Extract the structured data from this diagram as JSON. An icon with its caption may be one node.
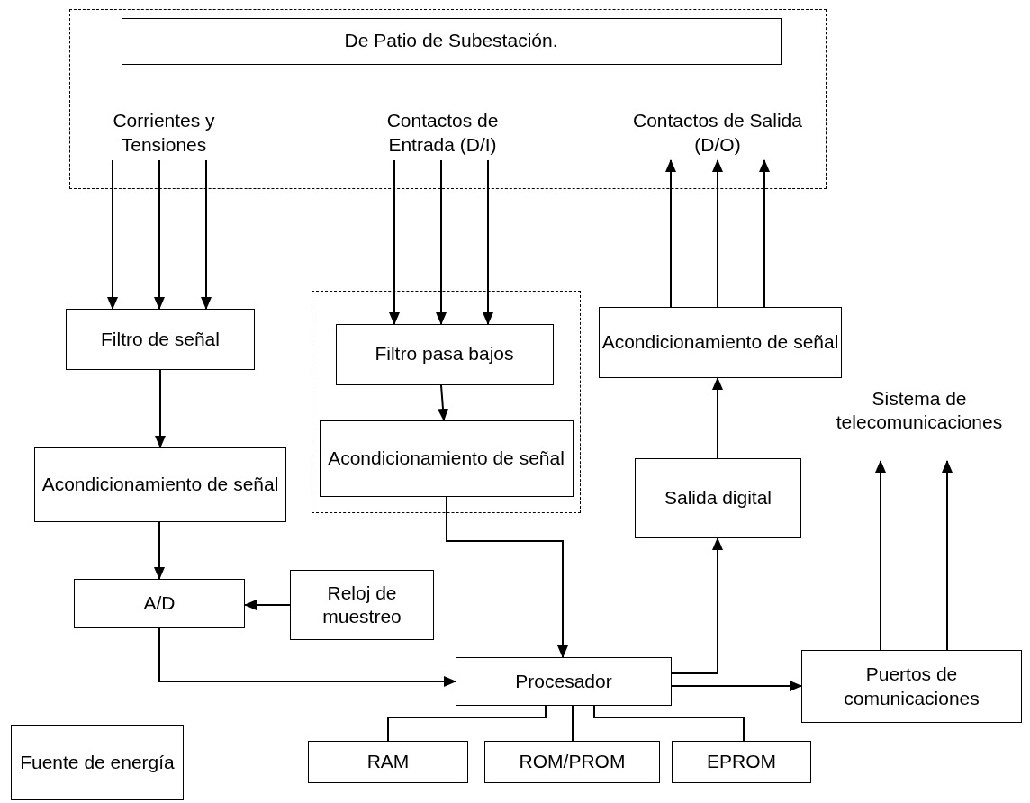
{
  "diagram": {
    "nodes": [
      {
        "text": [],
        "shape": "box"
      },
      {
        "text": [
          "De Patio de Subestación."
        ],
        "in": 0
      },
      {
        "text": [
          "Corrientes y Tensiones"
        ],
        "in": 0
      },
      {
        "text": [
          "Contactos de Entrada (D/I)"
        ],
        "in": 0
      },
      {
        "text": [
          "Contactos de Salida (D/O)"
        ],
        "in": 0
      },
      {
        "text": [
          "Filtro de señal"
        ]
      },
      {
        "text": [],
        "shape": "box"
      },
      {
        "text": [
          "Filtro pasa bajos"
        ],
        "in": 6
      },
      {
        "text": [
          "Acondicionamiento de señal"
        ],
        "in": 6
      },
      {
        "text": [
          "Acondicionamiento de señal"
        ]
      },
      {
        "text": [
          "Sistema de telecomunicaciones"
        ]
      },
      {
        "text": [
          "Acondicionamiento de señal"
        ]
      },
      {
        "text": [
          "Salida digital"
        ]
      },
      {
        "text": [
          "A/D"
        ]
      },
      {
        "text": [
          "Reloj de muestreo"
        ]
      },
      {
        "text": [
          "Procesador"
        ]
      },
      {
        "text": [
          "Puertos de comunicaciones"
        ]
      },
      {
        "text": [
          "Fuente de energía"
        ]
      },
      {
        "text": [
          "RAM"
        ]
      },
      {
        "text": [
          "ROM/PROM"
        ]
      },
      {
        "text": [
          "EPROM"
        ]
      }
    ],
    "edges": [
      {
        "from": 2,
        "to": 5,
        "arrow": "to"
      },
      {
        "from": 2,
        "to": 5,
        "arrow": "to"
      },
      {
        "from": 2,
        "to": 5,
        "arrow": "to"
      },
      {
        "from": 3,
        "to": 7,
        "arrow": "to"
      },
      {
        "from": 3,
        "to": 7,
        "arrow": "to"
      },
      {
        "from": 3,
        "to": 7,
        "arrow": "to"
      },
      {
        "from": 9,
        "to": 4,
        "arrow": "to"
      },
      {
        "from": 9,
        "to": 4,
        "arrow": "to"
      },
      {
        "from": 9,
        "to": 4,
        "arrow": "to"
      },
      {
        "from": 5,
        "to": 11,
        "arrow": "to"
      },
      {
        "from": 7,
        "to": 8,
        "arrow": "to"
      },
      {
        "from": 8,
        "to": 15,
        "arrow": "to"
      },
      {
        "from": 11,
        "to": 13,
        "arrow": "to"
      },
      {
        "from": 14,
        "to": 13,
        "arrow": "to"
      },
      {
        "from": 13,
        "to": 15,
        "arrow": "to"
      },
      {
        "from": 15,
        "to": 12,
        "arrow": "to"
      },
      {
        "from": 12,
        "to": 9,
        "arrow": "to"
      },
      {
        "from": 15,
        "to": 16,
        "arrow": "to"
      },
      {
        "from": 16,
        "to": 10,
        "arrow": "to"
      },
      {
        "from": 16,
        "to": 10,
        "arrow": "to"
      },
      {
        "from": 15,
        "to": 18,
        "arrow": "none"
      },
      {
        "from": 15,
        "to": 19,
        "arrow": "none"
      },
      {
        "from": 15,
        "to": 20,
        "arrow": "none"
      }
    ]
  }
}
